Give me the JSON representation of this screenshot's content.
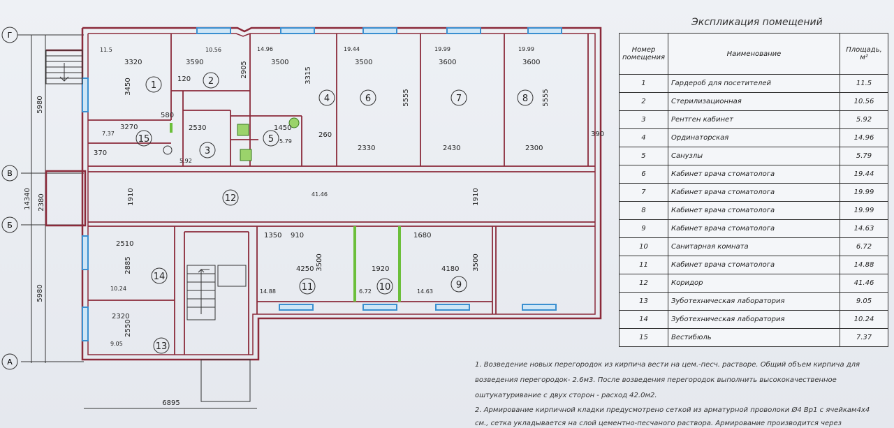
{
  "heading": "Экспликация помещений",
  "columns": {
    "number": "Номер помещения",
    "name": "Наименование",
    "area": "Площадь, м²"
  },
  "rooms": [
    {
      "n": "1",
      "name": "Гардероб для посетителей",
      "area": "11.5"
    },
    {
      "n": "2",
      "name": "Стерилизационная",
      "area": "10.56"
    },
    {
      "n": "3",
      "name": "Рентген кабинет",
      "area": "5.92"
    },
    {
      "n": "4",
      "name": "Ординаторская",
      "area": "14.96"
    },
    {
      "n": "5",
      "name": "Санузлы",
      "area": "5.79"
    },
    {
      "n": "6",
      "name": "Кабинет врача стоматолога",
      "area": "19.44"
    },
    {
      "n": "7",
      "name": "Кабинет врача стоматолога",
      "area": "19.99"
    },
    {
      "n": "8",
      "name": "Кабинет врача стоматолога",
      "area": "19.99"
    },
    {
      "n": "9",
      "name": "Кабинет врача стоматолога",
      "area": "14.63"
    },
    {
      "n": "10",
      "name": "Санитарная комната",
      "area": "6.72"
    },
    {
      "n": "11",
      "name": "Кабинет врача стоматолога",
      "area": "14.88"
    },
    {
      "n": "12",
      "name": "Коридор",
      "area": "41.46"
    },
    {
      "n": "13",
      "name": "Зуботехническая лаборатория",
      "area": "9.05"
    },
    {
      "n": "14",
      "name": "Зуботехническая лаборатория",
      "area": "10.24"
    },
    {
      "n": "15",
      "name": "Вестибюль",
      "area": "7.37"
    }
  ],
  "notes": [
    "1. Возведение новых перегородок из кирпича вести на цем.-песч. растворе. Общий объем кирпича для",
    "возведения перегородок- 2.6м3. После возведения перегородок выполнить высококачественное",
    "оштукатуривание с двух сторон - расход 42.0м2.",
    "2. Армирование кирпичной кладки предусмотрено сеткой из арматурной проволоки Ø4 Вр1 с ячейкам4х4",
    "см., сетка укладывается на слой цементно-песчаного раствора. Армирование производится через"
  ],
  "axes": [
    "Г",
    "В",
    "Б",
    "А"
  ],
  "overall_dims": [
    "5980",
    "14340",
    "2380",
    "5980",
    "6895"
  ],
  "plan_dims": [
    "3320",
    "3590",
    "3500",
    "3500",
    "3600",
    "3600",
    "3450",
    "3315",
    "5555",
    "5555",
    "2905",
    "3270",
    "2530",
    "1450",
    "2330",
    "2430",
    "2300",
    "1910",
    "1910",
    "2510",
    "2885",
    "2320",
    "2550",
    "4250",
    "3500",
    "1920",
    "4180",
    "3500",
    "1350",
    "1680",
    "120",
    "910",
    "260",
    "390",
    "370",
    "580"
  ],
  "plan_areas": [
    "11.5",
    "10.56",
    "14.96",
    "19.44",
    "19.99",
    "19.99",
    "7.37",
    "5.92",
    "5.79",
    "41.46",
    "10.24",
    "9.05",
    "14.88",
    "6.72",
    "14.63"
  ],
  "room_numbers": [
    "1",
    "2",
    "3",
    "4",
    "5",
    "6",
    "7",
    "8",
    "9",
    "10",
    "11",
    "12",
    "13",
    "14",
    "15"
  ],
  "colors": {
    "wall": "#8b2a3a",
    "window": "#3a8fd0",
    "partition": "#6bbf3a",
    "ink": "#222222"
  }
}
